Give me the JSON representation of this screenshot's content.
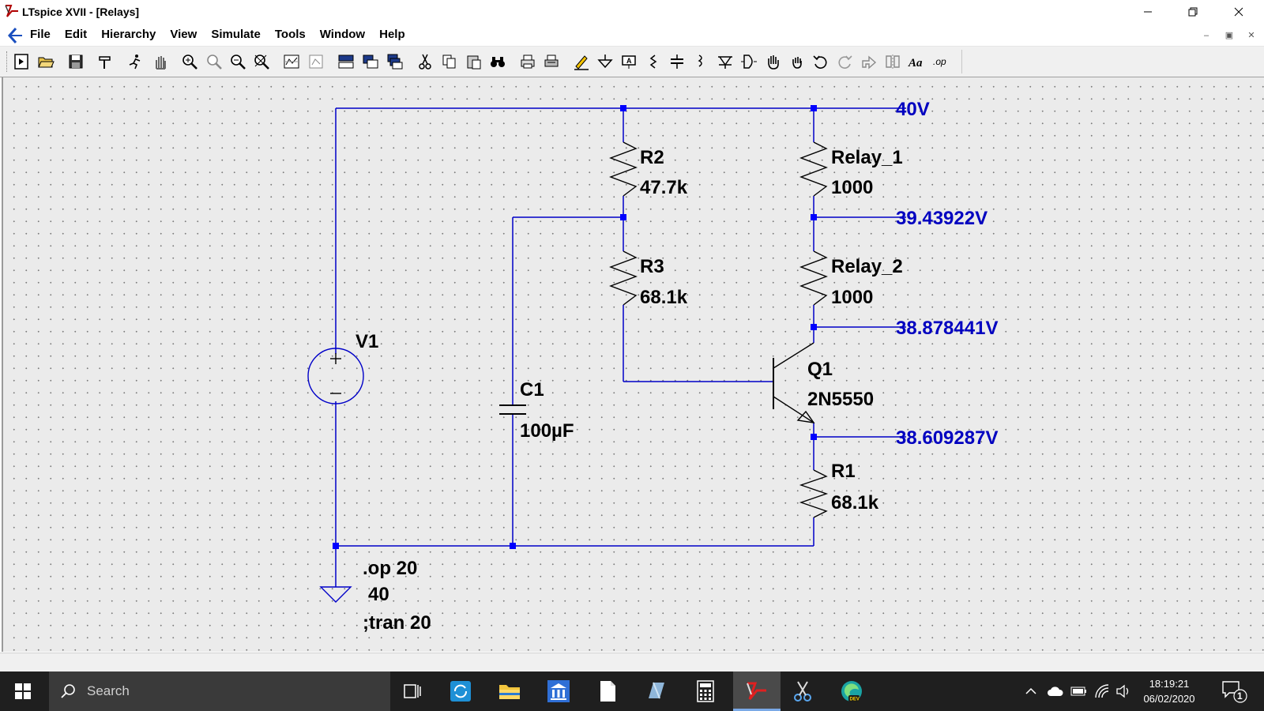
{
  "window": {
    "title": "LTspice XVII - [Relays]"
  },
  "menu": {
    "items": [
      "File",
      "Edit",
      "Hierarchy",
      "View",
      "Simulate",
      "Tools",
      "Window",
      "Help"
    ]
  },
  "toolbar": {
    "tools": [
      "new-schematic",
      "open",
      "save",
      "control-panel",
      "run",
      "halt",
      "zoom-in",
      "pan",
      "zoom-out",
      "zoom-fit",
      "schematic-view",
      "spice-netlist",
      "tile-horizontal",
      "tile-vertical",
      "cascade",
      "cut",
      "copy",
      "paste",
      "find",
      "print",
      "print-setup",
      "draw-wire",
      "ground",
      "label-net",
      "resistor",
      "capacitor",
      "inductor",
      "diode",
      "component",
      "move",
      "drag",
      "undo",
      "redo",
      "rotate",
      "mirror",
      "text",
      "spice-directive"
    ]
  },
  "schematic": {
    "net_labels": {
      "top": "40V",
      "relay_mid": "39.43922V",
      "collector": "38.878441V",
      "emitter": "38.609287V"
    },
    "components": {
      "r2": {
        "ref": "R2",
        "value": "47.7k"
      },
      "r3": {
        "ref": "R3",
        "value": "68.1k"
      },
      "relay1": {
        "ref": "Relay_1",
        "value": "1000"
      },
      "relay2": {
        "ref": "Relay_2",
        "value": "1000"
      },
      "v1": {
        "ref": "V1"
      },
      "c1": {
        "ref": "C1",
        "value": "100µF"
      },
      "q1": {
        "ref": "Q1",
        "value": "2N5550"
      },
      "r1": {
        "ref": "R1",
        "value": "68.1k"
      }
    },
    "directives": {
      "op_line1": ".op 20",
      "op_line2": "40",
      "tran": ";tran 20"
    },
    "colors": {
      "wire": "#0000c8",
      "junction": "#0000ff",
      "label": "#0000c0",
      "background": "#ebebeb"
    }
  },
  "taskbar": {
    "search_placeholder": "Search",
    "time": "18:19:21",
    "date": "06/02/2020",
    "notifications": "1"
  }
}
